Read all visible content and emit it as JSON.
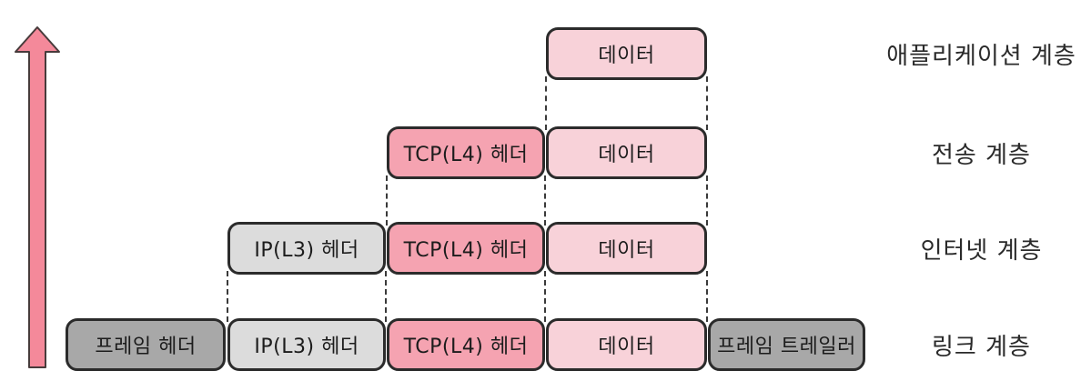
{
  "diagram": {
    "name": "tcp-ip-encapsulation-diagram",
    "colors": {
      "header_pink": "#f5a3b1",
      "data_pink": "#f8d2d9",
      "ip_gray": "#dcdcdc",
      "frame_gray": "#a8a8a8",
      "arrow_pink": "#f4899a",
      "arrow_outline": "#473b3b",
      "box_border": "#2b2b2b",
      "dash": "#3a3a3a"
    },
    "arrow": {
      "direction": "up"
    },
    "layers": [
      {
        "id": "application",
        "label": "애플리케이션 계층",
        "boxes": [
          {
            "id": "data",
            "text": "데이터",
            "color_key": "data_pink",
            "col": "data"
          }
        ]
      },
      {
        "id": "transport",
        "label": "전송 계층",
        "boxes": [
          {
            "id": "tcp-header",
            "text": "TCP(L4) 헤더",
            "color_key": "header_pink",
            "col": "tcp"
          },
          {
            "id": "data",
            "text": "데이터",
            "color_key": "data_pink",
            "col": "data"
          }
        ]
      },
      {
        "id": "internet",
        "label": "인터넷 계층",
        "boxes": [
          {
            "id": "ip-header",
            "text": "IP(L3) 헤더",
            "color_key": "ip_gray",
            "col": "ip"
          },
          {
            "id": "tcp-header",
            "text": "TCP(L4) 헤더",
            "color_key": "header_pink",
            "col": "tcp"
          },
          {
            "id": "data",
            "text": "데이터",
            "color_key": "data_pink",
            "col": "data"
          }
        ]
      },
      {
        "id": "link",
        "label": "링크 계층",
        "boxes": [
          {
            "id": "frame-header",
            "text": "프레임 헤더",
            "color_key": "frame_gray",
            "col": "frame_header"
          },
          {
            "id": "ip-header",
            "text": "IP(L3) 헤더",
            "color_key": "ip_gray",
            "col": "ip"
          },
          {
            "id": "tcp-header",
            "text": "TCP(L4) 헤더",
            "color_key": "header_pink",
            "col": "tcp"
          },
          {
            "id": "data",
            "text": "데이터",
            "color_key": "data_pink",
            "col": "data"
          },
          {
            "id": "frame-trailer",
            "text": "프레임 트레일러",
            "color_key": "frame_gray",
            "col": "frame_trailer"
          }
        ]
      }
    ]
  }
}
